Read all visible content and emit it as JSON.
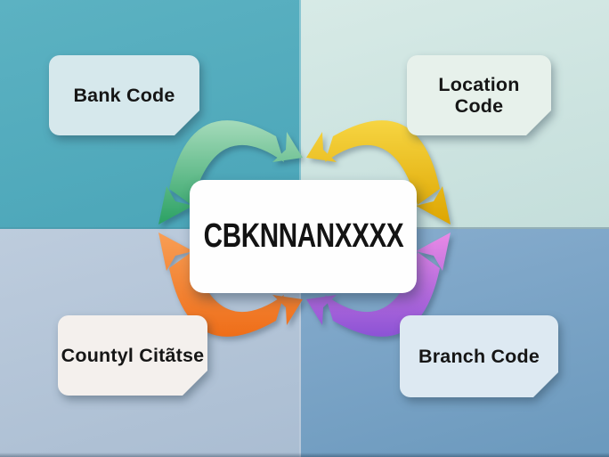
{
  "diagram": {
    "center_code": "CBKNNANXXXX",
    "boxes": [
      {
        "id": "bank",
        "label": "Bank Code",
        "fill": "#d6e8ec"
      },
      {
        "id": "location",
        "label": "Location\nCode",
        "fill": "#e7f1eb"
      },
      {
        "id": "country",
        "label": "Countyl Citãtse",
        "fill": "#f4f0ed"
      },
      {
        "id": "branch",
        "label": "Branch Code",
        "fill": "#dde9f2"
      }
    ],
    "quadrants": [
      {
        "id": "top-left",
        "from": "#5cb2c2",
        "to": "#4aa5b8"
      },
      {
        "id": "top-right",
        "from": "#d7eae6",
        "to": "#c4dedb"
      },
      {
        "id": "bottom-left",
        "from": "#bdccdd",
        "to": "#aabdd2"
      },
      {
        "id": "bottom-right",
        "from": "#88adce",
        "to": "#6b99bd"
      }
    ],
    "arrows": [
      {
        "id": "green",
        "from": "#cfeed8",
        "to": "#2aa163"
      },
      {
        "id": "yellow",
        "from": "#ffe558",
        "to": "#dda500"
      },
      {
        "id": "orange",
        "from": "#f89e55",
        "to": "#eb5d04"
      },
      {
        "id": "purple",
        "from": "#e98ae6",
        "to": "#6c40cf"
      }
    ],
    "colors": {
      "center_fill": "#fefefe",
      "text": "#161616"
    }
  }
}
